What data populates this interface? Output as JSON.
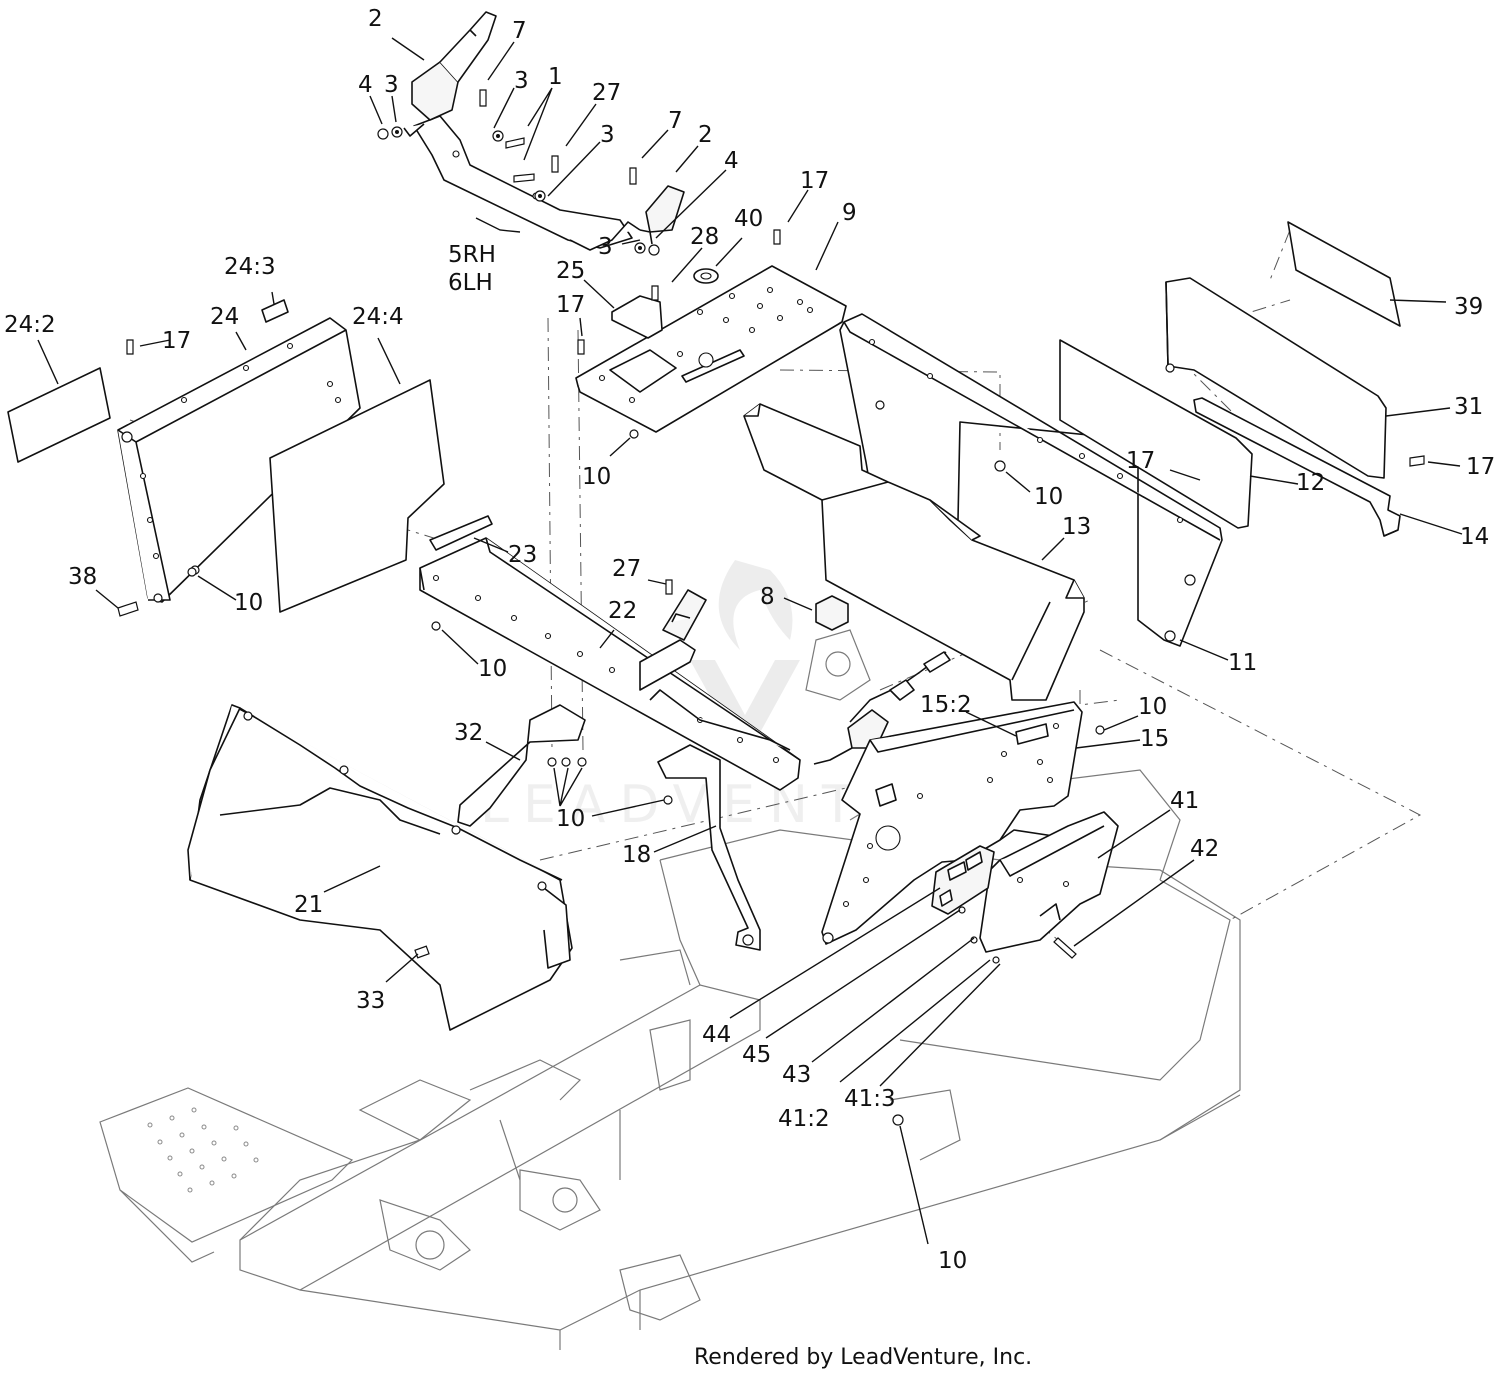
{
  "callouts": [
    {
      "id": "c2a",
      "text": "2"
    },
    {
      "id": "c7a",
      "text": "7"
    },
    {
      "id": "c1",
      "text": "1"
    },
    {
      "id": "c3a",
      "text": "3"
    },
    {
      "id": "c4a",
      "text": "4"
    },
    {
      "id": "c3b",
      "text": "3"
    },
    {
      "id": "c27a",
      "text": "27"
    },
    {
      "id": "c3c",
      "text": "3"
    },
    {
      "id": "c7b",
      "text": "7"
    },
    {
      "id": "c2b",
      "text": "2"
    },
    {
      "id": "c4b",
      "text": "4"
    },
    {
      "id": "c17a",
      "text": "17"
    },
    {
      "id": "c9",
      "text": "9"
    },
    {
      "id": "c40",
      "text": "40"
    },
    {
      "id": "c28",
      "text": "28"
    },
    {
      "id": "c3d",
      "text": "3"
    },
    {
      "id": "c5rh",
      "text": "5RH"
    },
    {
      "id": "c6lh",
      "text": "6LH"
    },
    {
      "id": "c25",
      "text": "25"
    },
    {
      "id": "c24_3",
      "text": "24:3"
    },
    {
      "id": "c24_2",
      "text": "24:2"
    },
    {
      "id": "c24",
      "text": "24"
    },
    {
      "id": "c24_4",
      "text": "24:4"
    },
    {
      "id": "c17b",
      "text": "17"
    },
    {
      "id": "c17c",
      "text": "17"
    },
    {
      "id": "c10a",
      "text": "10"
    },
    {
      "id": "c39",
      "text": "39"
    },
    {
      "id": "c31",
      "text": "31"
    },
    {
      "id": "c17d",
      "text": "17"
    },
    {
      "id": "c10b",
      "text": "10"
    },
    {
      "id": "c12",
      "text": "12"
    },
    {
      "id": "c17e",
      "text": "17"
    },
    {
      "id": "c14",
      "text": "14"
    },
    {
      "id": "c13",
      "text": "13"
    },
    {
      "id": "c23",
      "text": "23"
    },
    {
      "id": "c38",
      "text": "38"
    },
    {
      "id": "c10c",
      "text": "10"
    },
    {
      "id": "c27b",
      "text": "27"
    },
    {
      "id": "c8",
      "text": "8"
    },
    {
      "id": "c22",
      "text": "22"
    },
    {
      "id": "c10d",
      "text": "10"
    },
    {
      "id": "c11",
      "text": "11"
    },
    {
      "id": "c15_2",
      "text": "15:2"
    },
    {
      "id": "c10e",
      "text": "10"
    },
    {
      "id": "c15",
      "text": "15"
    },
    {
      "id": "c32",
      "text": "32"
    },
    {
      "id": "c10f",
      "text": "10"
    },
    {
      "id": "c41",
      "text": "41"
    },
    {
      "id": "c42",
      "text": "42"
    },
    {
      "id": "c18",
      "text": "18"
    },
    {
      "id": "c21",
      "text": "21"
    },
    {
      "id": "c33",
      "text": "33"
    },
    {
      "id": "c44",
      "text": "44"
    },
    {
      "id": "c45",
      "text": "45"
    },
    {
      "id": "c43",
      "text": "43"
    },
    {
      "id": "c41_2",
      "text": "41:2"
    },
    {
      "id": "c41_3",
      "text": "41:3"
    },
    {
      "id": "c10g",
      "text": "10"
    }
  ],
  "watermark": "LEADVENTURE",
  "footer": "Rendered by LeadVenture, Inc."
}
